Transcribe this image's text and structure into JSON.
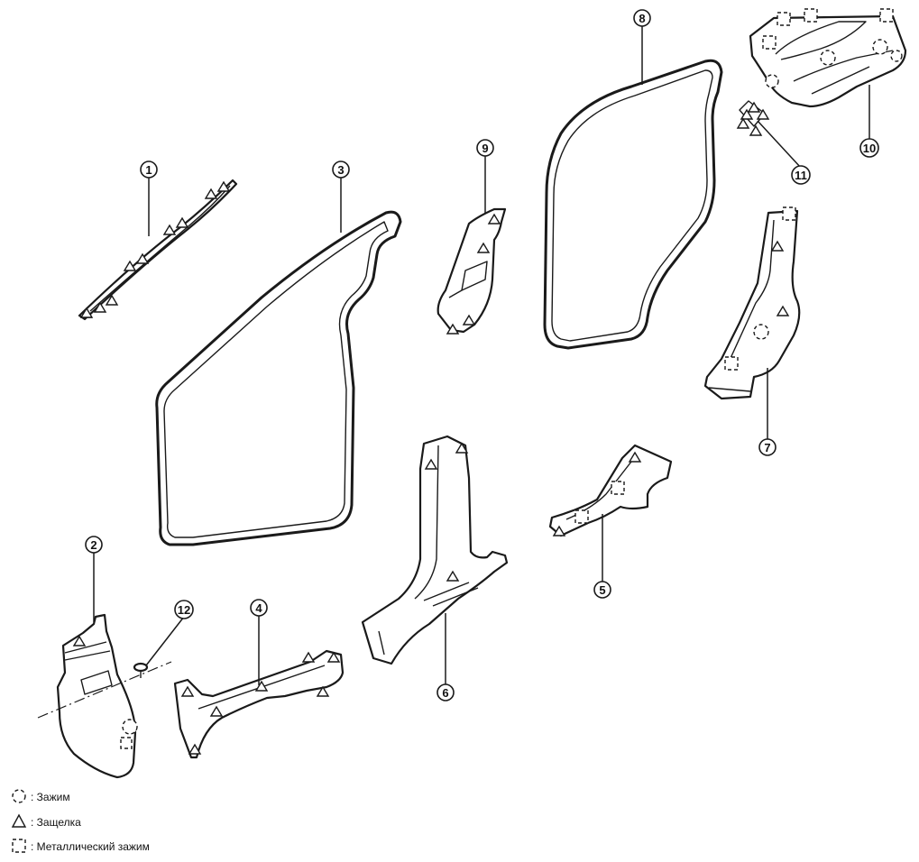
{
  "callouts": {
    "c1": "1",
    "c2": "2",
    "c3": "3",
    "c4": "4",
    "c5": "5",
    "c6": "6",
    "c7": "7",
    "c8": "8",
    "c9": "9",
    "c10": "10",
    "c11": "11",
    "c12": "12"
  },
  "legend": [
    {
      "icon": "dashed-circle-icon",
      "label": ": Зажим"
    },
    {
      "icon": "triangle-icon",
      "label": ": Защелка"
    },
    {
      "icon": "dashed-square-icon",
      "label": ": Металлический зажим"
    }
  ]
}
